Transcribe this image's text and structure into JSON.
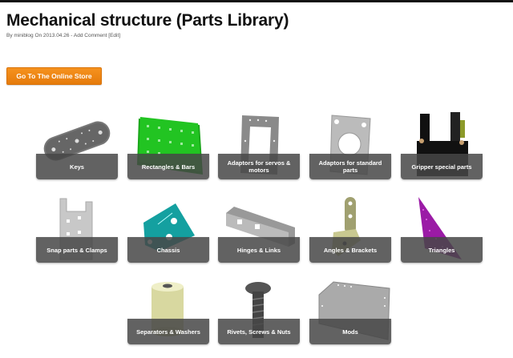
{
  "header": {
    "title": "Mechanical structure (Parts Library)",
    "meta": {
      "by": "By",
      "author": "miniblog",
      "on": "On",
      "date": "2013.04.26",
      "separator": "-",
      "add_comment": "Add Comment",
      "edit": "[Edit]"
    }
  },
  "store_button": {
    "label": "Go To The Online Store",
    "color": "#f08a16"
  },
  "categories": [
    {
      "label": "Keys",
      "icon": "keys-plate-icon"
    },
    {
      "label": "Rectangles & Bars",
      "icon": "green-rectangle-plate-icon"
    },
    {
      "label": "Adaptors for servos & motors",
      "icon": "servo-adaptor-frame-icon"
    },
    {
      "label": "Adaptors for standard parts",
      "icon": "round-hole-adaptor-icon"
    },
    {
      "label": "Gripper special parts",
      "icon": "gripper-icon"
    },
    {
      "label": "Snap parts & Clamps",
      "icon": "snap-clamp-icon"
    },
    {
      "label": "Chassis",
      "icon": "teal-chassis-icon"
    },
    {
      "label": "Hinges & Links",
      "icon": "hinge-link-icon"
    },
    {
      "label": "Angles & Brackets",
      "icon": "angle-bracket-icon"
    },
    {
      "label": "Triangles",
      "icon": "purple-triangle-icon"
    },
    {
      "label": "Separators & Washers",
      "icon": "separator-cylinder-icon"
    },
    {
      "label": "Rivets, Screws & Nuts",
      "icon": "screw-icon"
    },
    {
      "label": "Mods",
      "icon": "mod-plate-icon"
    }
  ]
}
